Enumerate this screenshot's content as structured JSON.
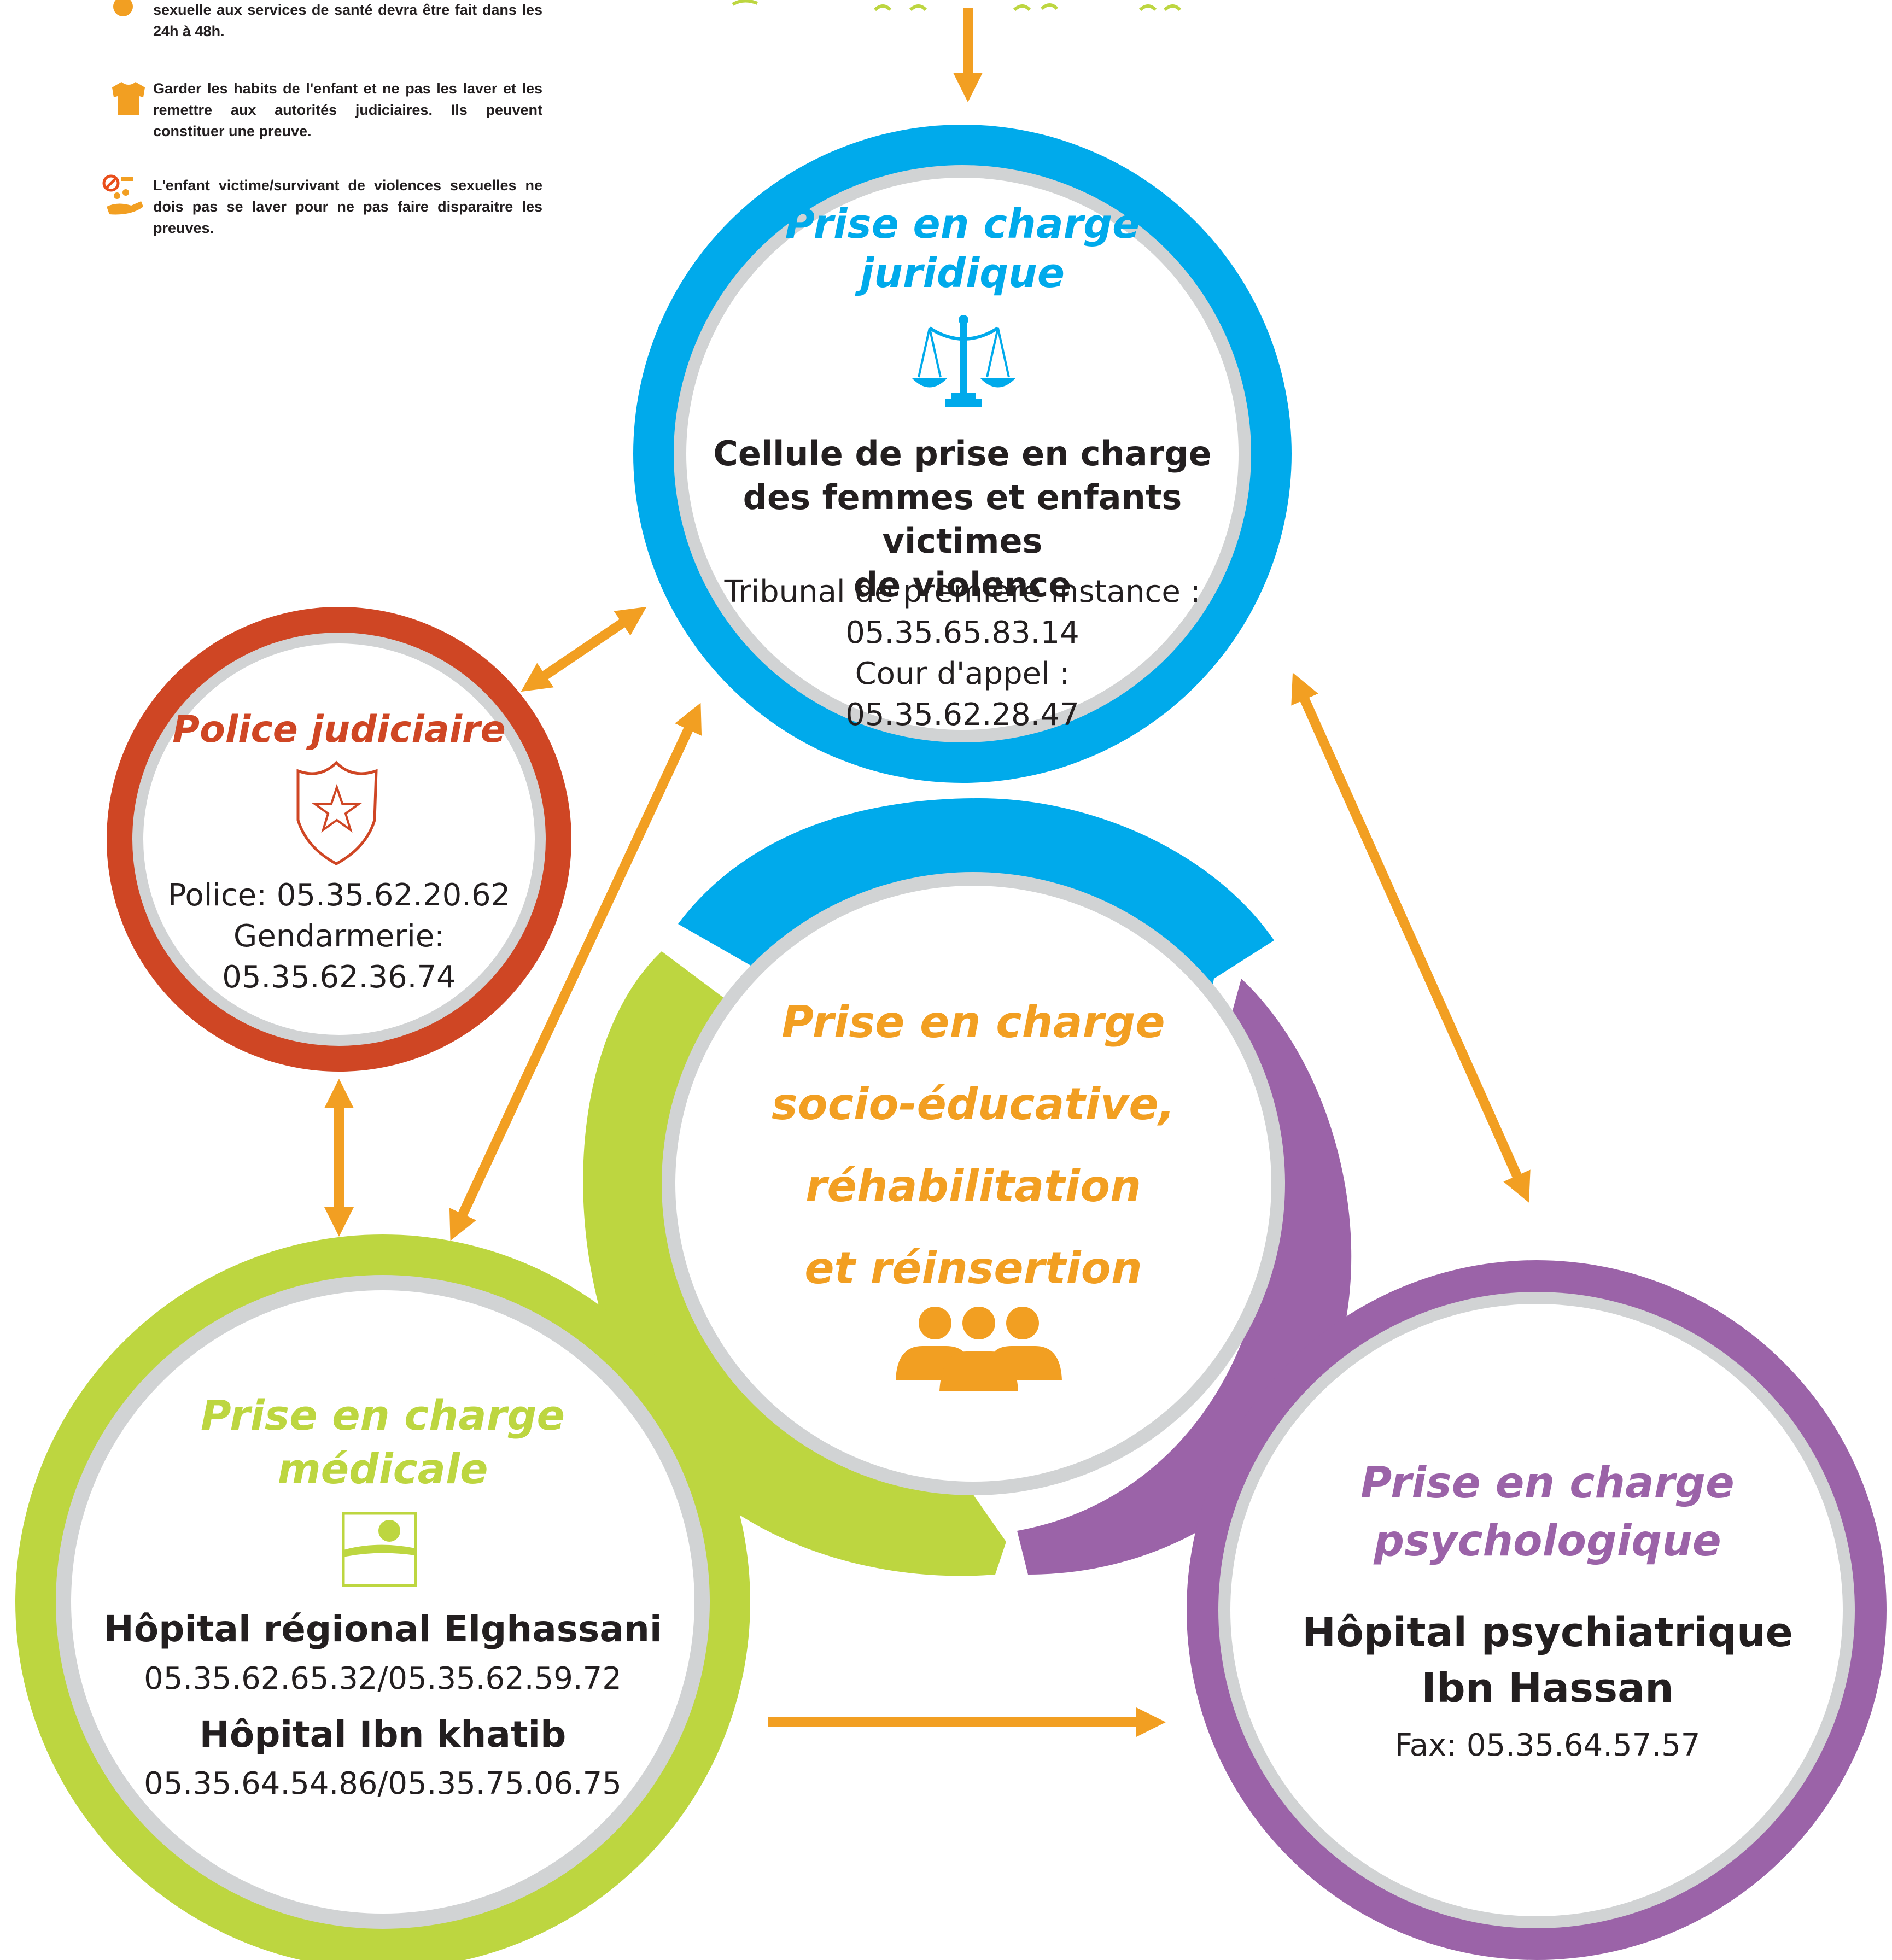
{
  "colors": {
    "orange": "#f29f22",
    "blue": "#00aaeb",
    "red": "#cf4624",
    "green": "#bdd640",
    "purple": "#9b63a8",
    "grey": "#d1d3d4",
    "text": "#231f20"
  },
  "instructions": [
    {
      "icon": "clock-icon",
      "text": "sexuelle aux services de santé devra être fait dans les 24h à 48h."
    },
    {
      "icon": "tshirt-icon",
      "text": "Garder les habits de l'enfant et ne pas les laver et les remettre aux autorités judiciaires. Ils peuvent constituer une preuve."
    },
    {
      "icon": "no-washing-icon",
      "text": "L'enfant victime/survivant de violences sexuelles ne dois pas se laver pour ne pas faire disparaitre les preuves."
    }
  ],
  "juridique": {
    "title_line1": "Prise en charge",
    "title_line2": "juridique",
    "icon": "scales-icon",
    "name_line1": "Cellule de prise en charge",
    "name_line2": "des femmes et enfants victimes",
    "name_line3": "de violence",
    "tribunal_label": "Tribunal de première instance :",
    "tribunal_phone": "05.35.65.83.14",
    "appel_label": "Cour d'appel :",
    "appel_phone": "05.35.62.28.47"
  },
  "police": {
    "title": "Police judiciaire",
    "icon": "police-badge-icon",
    "police_line": "Police: 05.35.62.20.62",
    "gendarmerie_label": "Gendarmerie:",
    "gendarmerie_phone": "05.35.62.36.74"
  },
  "socio": {
    "line1": "Prise en charge",
    "line2": "socio-éducative,",
    "line3": "réhabilitation",
    "line4": "et réinsertion",
    "icon": "group-people-icon"
  },
  "medicale": {
    "title_line1": "Prise en charge",
    "title_line2": "médicale",
    "icon": "medical-card-icon",
    "hospital1": "Hôpital régional Elghassani",
    "hospital1_phones": "05.35.62.65.32/05.35.62.59.72",
    "hospital2": "Hôpital Ibn khatib",
    "hospital2_phones": "05.35.64.54.86/05.35.75.06.75"
  },
  "psycho": {
    "title_line1": "Prise en charge",
    "title_line2": "psychologique",
    "hospital_line1": "Hôpital psychiatrique",
    "hospital_line2": "Ibn Hassan",
    "fax": "Fax: 05.35.64.57.57"
  }
}
